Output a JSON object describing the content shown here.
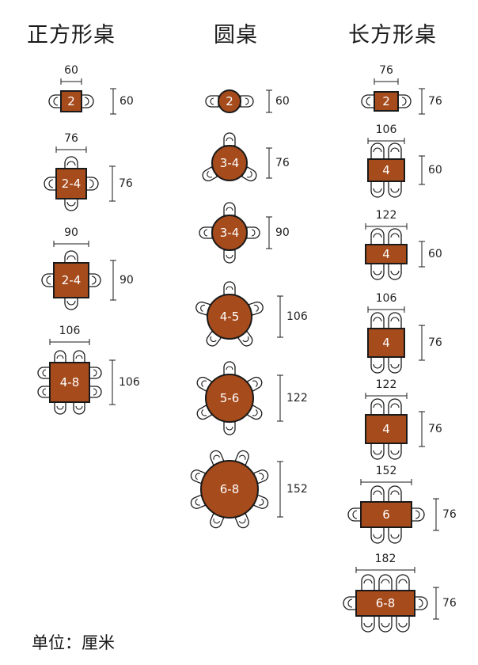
{
  "columns": [
    {
      "title": "正方形桌"
    },
    {
      "title": "圆桌"
    },
    {
      "title": "长方形桌"
    }
  ],
  "square_tables": [
    {
      "capacity": "2",
      "top_dim": "60",
      "side_dim": "60"
    },
    {
      "capacity": "2-4",
      "top_dim": "76",
      "side_dim": "76"
    },
    {
      "capacity": "2-4",
      "top_dim": "90",
      "side_dim": "90"
    },
    {
      "capacity": "4-8",
      "top_dim": "106",
      "side_dim": "106"
    }
  ],
  "round_tables": [
    {
      "capacity": "2",
      "side_dim": "60",
      "chairs": 2
    },
    {
      "capacity": "3-4",
      "side_dim": "76",
      "chairs": 3
    },
    {
      "capacity": "3-4",
      "side_dim": "90",
      "chairs": 4
    },
    {
      "capacity": "4-5",
      "side_dim": "106",
      "chairs": 5
    },
    {
      "capacity": "5-6",
      "side_dim": "122",
      "chairs": 6
    },
    {
      "capacity": "6-8",
      "side_dim": "152",
      "chairs": 8
    }
  ],
  "rect_tables": [
    {
      "capacity": "2",
      "top_dim": "76",
      "side_dim": "76"
    },
    {
      "capacity": "4",
      "top_dim": "106",
      "side_dim": "60"
    },
    {
      "capacity": "4",
      "top_dim": "122",
      "side_dim": "60"
    },
    {
      "capacity": "4",
      "top_dim": "106",
      "side_dim": "76"
    },
    {
      "capacity": "4",
      "top_dim": "122",
      "side_dim": "76"
    },
    {
      "capacity": "6",
      "top_dim": "152",
      "side_dim": "76"
    },
    {
      "capacity": "6-8",
      "top_dim": "182",
      "side_dim": "76"
    }
  ],
  "unit_note": "单位：厘米",
  "colors": {
    "table_fill": "#A64B1C",
    "outline": "#1a1a1a",
    "label": "#ffffff"
  }
}
